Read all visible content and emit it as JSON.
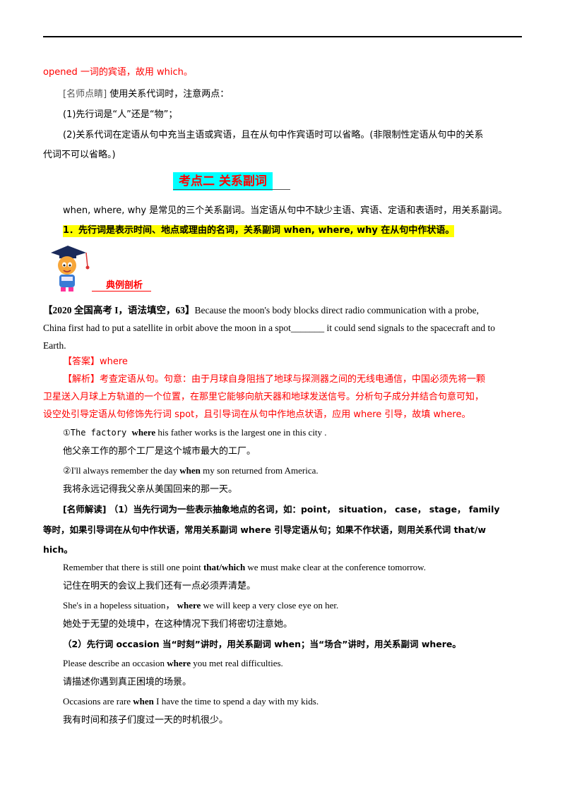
{
  "intro": {
    "line1": "opened 一词的宾语，故用 which。",
    "tip_tag": "[名师点睛]",
    "tip_text": " 使用关系代词时，注意两点：",
    "point1": "(1)先行词是“人”还是“物”；",
    "point2a": "(2)关系代词在定语从句中充当主语或宾语，且在从句中作宾语时可以省略。(非限制性定语从句中的关系",
    "point2b": "代词不可以省略。)"
  },
  "section": {
    "heading": "考点二  关系副词",
    "overview": "when, where, why 是常见的三个关系副词。当定语从句中不缺少主语、宾语、定语和表语时，用关系副词。",
    "rule1": "1．先行词是表示时间、地点或理由的名词，关系副词 when, where, why 在从句中作状语。"
  },
  "example": {
    "label": "典例剖析",
    "q_tag": "【2020 全国高考 I，语法填空，63】",
    "q_line1": "Because the moon's body blocks direct radio communication with a probe,",
    "q_line2": "China first had to put a satellite in orbit above the moon in a spot_______ it could send signals to the spacecraft and to",
    "q_line3": "Earth.",
    "answer": "【答案】where",
    "analysis1": "【解析】考查定语从句。句意：由于月球自身阻挡了地球与探测器之间的无线电通信，中国必须先将一颗",
    "analysis2": "卫星送入月球上方轨道的一个位置，在那里它能够向航天器和地球发送信号。分析句子成分并结合句意可知，",
    "analysis3": "设空处引导定语从句修饰先行词 spot，且引导词在从句中作地点状语，应用 where 引导，故填 where。"
  },
  "samples": {
    "s1_pre": "①The factory ",
    "s1_kw": "where",
    "s1_post": " his father works is the largest one in this city .",
    "s1_cn": "他父亲工作的那个工厂是这个城市最大的工厂。",
    "s2_pre": "②I'll always remember the day ",
    "s2_kw": "when",
    "s2_post": " my son returned from America.",
    "s2_cn": "我将永远记得我父亲从美国回来的那一天。"
  },
  "master": {
    "line1a": "[名师解读]  （1）当先行词为一些表示抽象地点的名词，如：point，  situation，  case，  stage，  family",
    "line1b": "等时，如果引导词在从句中作状语，常用关系副词 where 引导定语从句；如果不作状语，则用关系代词 that/w",
    "line1c": "hich。",
    "e1_pre": "Remember that there is still one point ",
    "e1_kw": "that/which",
    "e1_post": " we must make clear at the conference tomorrow.",
    "e1_cn": "记住在明天的会议上我们还有一点必须弄清楚。",
    "e2_pre": "She's in a hopeless situation， ",
    "e2_kw": "where",
    "e2_post": " we will keep a very close eye on her.",
    "e2_cn": "她处于无望的处境中，在这种情况下我们将密切注意她。",
    "line2": "（2）先行词 occasion 当“时刻”讲时，用关系副词 when；当“场合”讲时，用关系副词 where。",
    "e3_pre": "Please describe an occasion ",
    "e3_kw": "where",
    "e3_post": " you met real difficulties.",
    "e3_cn": "请描述你遇到真正困境的场景。",
    "e4_pre": "Occasions are rare ",
    "e4_kw": "when",
    "e4_post": " I have the time to spend a day with my kids.",
    "e4_cn": "我有时间和孩子们度过一天的时机很少。"
  },
  "colors": {
    "red": "#ff0000",
    "highlight": "#ffff00",
    "heading_bg": "#00ffff"
  },
  "icons": {
    "mascot": "graduate-mascot-icon"
  }
}
